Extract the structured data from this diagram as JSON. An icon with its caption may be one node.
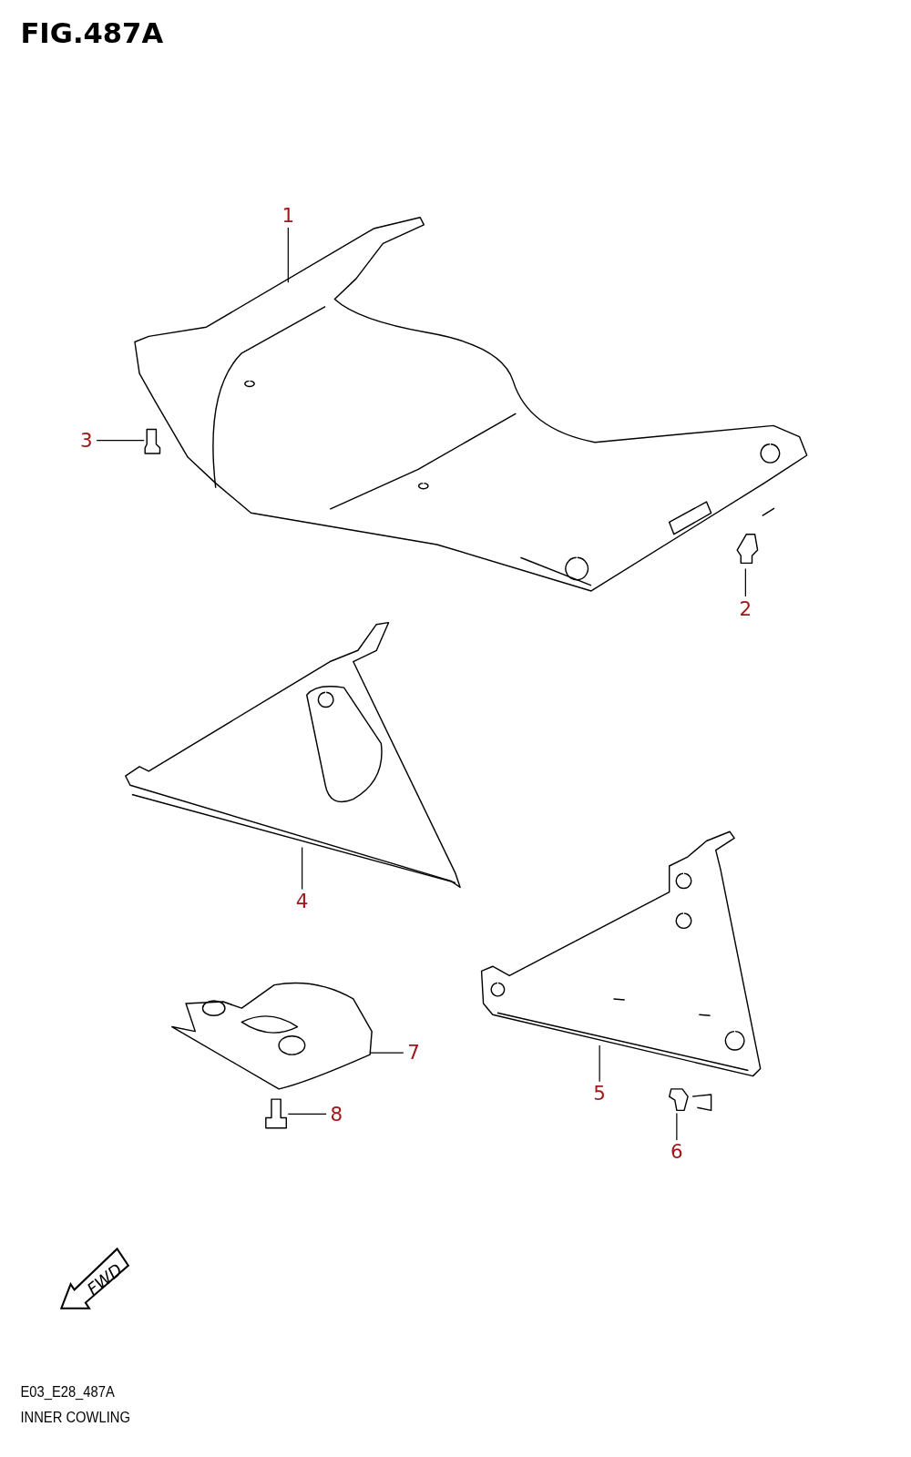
{
  "diagram": {
    "title": "FIG.487A",
    "caption": "INNER COWLING",
    "nodes": [
      {
        "text": [
          "1"
        ]
      },
      {
        "text": [],
        "shape": "picture"
      },
      {
        "text": [
          "3"
        ]
      },
      {
        "text": [],
        "shape": "picture"
      },
      {
        "text": [
          "2"
        ]
      },
      {
        "text": [],
        "shape": "picture"
      },
      {
        "text": [
          "4"
        ]
      },
      {
        "text": [],
        "shape": "picture"
      },
      {
        "text": [
          "7"
        ]
      },
      {
        "text": [],
        "shape": "picture"
      },
      {
        "text": [
          "8"
        ]
      },
      {
        "text": [],
        "shape": "picture"
      },
      {
        "text": [
          "5"
        ]
      },
      {
        "text": [],
        "shape": "picture"
      },
      {
        "text": [
          "6"
        ]
      },
      {
        "text": [],
        "shape": "picture"
      }
    ],
    "edges": [
      {
        "from": 0,
        "to": 1,
        "arrow": "none"
      },
      {
        "from": 2,
        "to": 3,
        "arrow": "none"
      },
      {
        "from": 4,
        "to": 5,
        "arrow": "none"
      },
      {
        "from": 6,
        "to": 7,
        "arrow": "none"
      },
      {
        "from": 8,
        "to": 9,
        "arrow": "none"
      },
      {
        "from": 10,
        "to": 11,
        "arrow": "none"
      },
      {
        "from": 12,
        "to": 13,
        "arrow": "none"
      },
      {
        "from": 14,
        "to": 15,
        "arrow": "none"
      }
    ],
    "labels": [
      "FWD",
      "E03_E28_487A"
    ]
  }
}
